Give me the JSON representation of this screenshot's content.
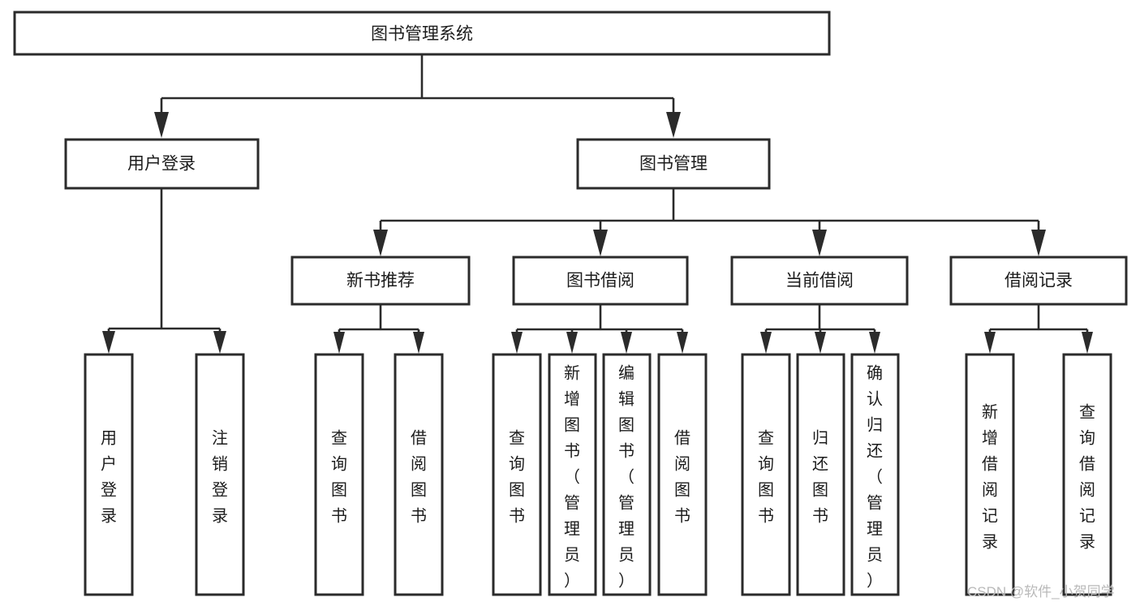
{
  "diagram": {
    "title": "图书管理系统",
    "type": "tree-hierarchy-chart",
    "root": {
      "id": "root",
      "label": "图书管理系统",
      "orientation": "horizontal"
    },
    "level2": [
      {
        "id": "user-login",
        "label": "用户登录",
        "orientation": "horizontal"
      },
      {
        "id": "book-management",
        "label": "图书管理",
        "orientation": "horizontal"
      }
    ],
    "level3": [
      {
        "id": "new-book-recommend",
        "label": "新书推荐",
        "orientation": "horizontal",
        "parent": "book-management"
      },
      {
        "id": "book-borrow",
        "label": "图书借阅",
        "orientation": "horizontal",
        "parent": "book-management"
      },
      {
        "id": "current-borrow",
        "label": "当前借阅",
        "orientation": "horizontal",
        "parent": "book-management"
      },
      {
        "id": "borrow-record",
        "label": "借阅记录",
        "orientation": "horizontal",
        "parent": "book-management"
      }
    ],
    "leaves": [
      {
        "id": "leaf-user-login",
        "label": "用户登录",
        "orientation": "vertical",
        "parent": "user-login"
      },
      {
        "id": "leaf-logout-login",
        "label": "注销登录",
        "orientation": "vertical",
        "parent": "user-login"
      },
      {
        "id": "leaf-query-book-1",
        "label": "查询图书",
        "orientation": "vertical",
        "parent": "new-book-recommend"
      },
      {
        "id": "leaf-borrow-book-1",
        "label": "借阅图书",
        "orientation": "vertical",
        "parent": "new-book-recommend"
      },
      {
        "id": "leaf-query-book-2",
        "label": "查询图书",
        "orientation": "vertical",
        "parent": "book-borrow"
      },
      {
        "id": "leaf-add-book",
        "label": "新增图书（管理员）",
        "orientation": "vertical",
        "parent": "book-borrow"
      },
      {
        "id": "leaf-edit-book",
        "label": "编辑图书（管理员）",
        "orientation": "vertical",
        "parent": "book-borrow"
      },
      {
        "id": "leaf-borrow-book-2",
        "label": "借阅图书",
        "orientation": "vertical",
        "parent": "book-borrow"
      },
      {
        "id": "leaf-query-book-3",
        "label": "查询图书",
        "orientation": "vertical",
        "parent": "current-borrow"
      },
      {
        "id": "leaf-return-book",
        "label": "归还图书",
        "orientation": "vertical",
        "parent": "current-borrow"
      },
      {
        "id": "leaf-confirm-return",
        "label": "确认归还（管理员）",
        "orientation": "vertical",
        "parent": "current-borrow"
      },
      {
        "id": "leaf-add-record",
        "label": "新增借阅记录",
        "orientation": "vertical",
        "parent": "borrow-record"
      },
      {
        "id": "leaf-query-record",
        "label": "查询借阅记录",
        "orientation": "vertical",
        "parent": "borrow-record"
      }
    ],
    "watermark": "CSDN @软件_小贺同学",
    "colors": {
      "box_stroke": "#2b2b2b",
      "box_fill": "#ffffff",
      "connector": "#2b2b2b",
      "text": "#1c1c1c",
      "watermark": "#b9b9b9",
      "background": "#ffffff"
    }
  }
}
